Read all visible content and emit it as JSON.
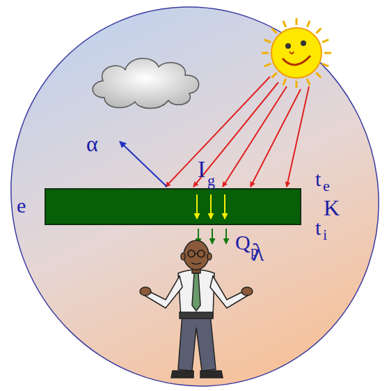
{
  "diagram": {
    "labels": [
      "α",
      "I",
      "g",
      "t",
      "e",
      "e",
      "K",
      "t",
      "i",
      "Q",
      "p",
      "λ"
    ]
  }
}
